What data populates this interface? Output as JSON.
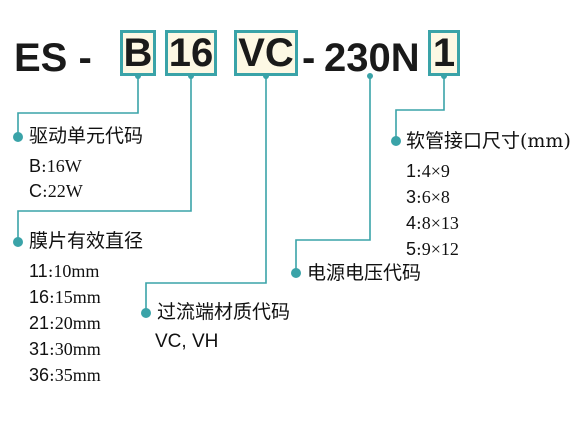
{
  "model_code": {
    "prefix": "ES -",
    "drive": "B",
    "diameter": "16",
    "material": "VC",
    "dash": "-",
    "voltage": "230N",
    "pipe": "1"
  },
  "colors": {
    "accent": "#3aa3a8",
    "box_fill": "#fdf8e4",
    "text": "#1a1a1a"
  },
  "drive_unit": {
    "title": "驱动单元代码",
    "items": [
      {
        "key": "B",
        "sep": ":",
        "value": "16W"
      },
      {
        "key": "C",
        "sep": ":",
        "value": "22W"
      }
    ]
  },
  "diaphragm": {
    "title": "膜片有效直径",
    "items": [
      {
        "key": "11",
        "sep": ":",
        "value": "10mm"
      },
      {
        "key": "16",
        "sep": ":",
        "value": "15mm"
      },
      {
        "key": "21",
        "sep": ":",
        "value": "20mm"
      },
      {
        "key": "31",
        "sep": ":",
        "value": "30mm"
      },
      {
        "key": "36",
        "sep": ":",
        "value": "35mm"
      }
    ]
  },
  "wetted_material": {
    "title": "过流端材质代码",
    "values": "VC, VH"
  },
  "power": {
    "title": "电源电压代码"
  },
  "hose": {
    "title": "软管接口尺寸(mm)",
    "items": [
      {
        "key": "1",
        "sep": ":",
        "value": "4×9"
      },
      {
        "key": "3",
        "sep": ":",
        "value": "6×8"
      },
      {
        "key": "4",
        "sep": ":",
        "value": "8×13"
      },
      {
        "key": "5",
        "sep": ":",
        "value": "9×12"
      }
    ]
  }
}
